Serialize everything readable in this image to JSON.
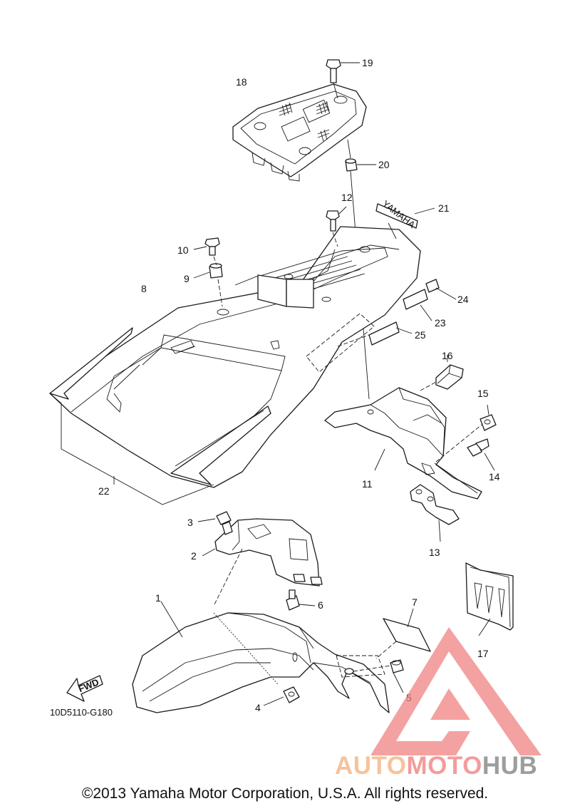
{
  "callouts": {
    "c1": "1",
    "c2": "2",
    "c3": "3",
    "c4": "4",
    "c5": "5",
    "c6": "6",
    "c7": "7",
    "c8": "8",
    "c9": "9",
    "c10": "10",
    "c11": "11",
    "c12": "12",
    "c13": "13",
    "c14": "14",
    "c15": "15",
    "c16": "16",
    "c17": "17",
    "c18": "18",
    "c19": "19",
    "c20": "20",
    "c21": "21",
    "c22": "22",
    "c23": "23",
    "c24": "24",
    "c25": "25"
  },
  "diagram_code": "10D5110-G180",
  "fwd_label": "FWD",
  "emblem_text": "YAMAHA",
  "watermark": {
    "part1": "AUTO",
    "part2": "MOTO",
    "part3": "HUB",
    "colors": {
      "auto": "#F5B98A",
      "moto": "#F28B8B",
      "hub": "#8C8C8C",
      "triangle": "#F07E7E"
    }
  },
  "copyright": "©2013 Yamaha Motor Corporation, U.S.A. All rights reserved."
}
